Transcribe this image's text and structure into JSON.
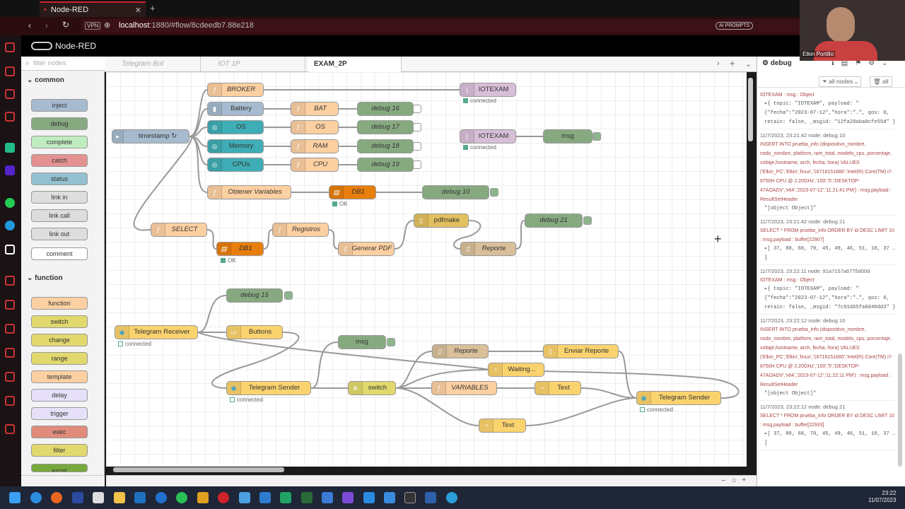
{
  "browser": {
    "tab_title": "Node-RED",
    "url_host": "localhost",
    "url_path": ":1880/#flow/8cdeedb7.88e218",
    "vpn": "VPN",
    "ai_prompts": "AI PROMPTS"
  },
  "app": {
    "title": "Node-RED"
  },
  "palette": {
    "filter_placeholder": "filter nodes",
    "cat_common": "common",
    "cat_function": "function",
    "common": [
      "inject",
      "debug",
      "complete",
      "catch",
      "status",
      "link in",
      "link call",
      "link out",
      "comment"
    ],
    "function": [
      "function",
      "switch",
      "change",
      "range",
      "template",
      "delay",
      "trigger",
      "exec",
      "filter",
      "excel"
    ]
  },
  "tabs": [
    "Telegram Bot",
    "IOT 1P",
    "EXAM_2P"
  ],
  "nodes": {
    "broker": "BROKER",
    "battery": "Battery",
    "os": "OS",
    "memory": "Memory",
    "cpus": "CPUs",
    "timestamp": "timestamp ↻",
    "bat": "BAT",
    "os2": "OS",
    "ram": "RAM",
    "cpu": "CPU",
    "debug16": "debug 16",
    "debug17": "debug 17",
    "debug18": "debug 18",
    "debug19": "debug 19",
    "iotexam1": "IOTEXAM",
    "iotexam2": "IOTEXAM",
    "msg1": "msg",
    "connected": "connected",
    "obtener": "Obtener Variables",
    "db1": "DB1",
    "ok": "OK",
    "debug10": "debug 10",
    "select": "SELECT",
    "db1b": "DB1",
    "registros": "Registros",
    "generar": "Generar PDF",
    "pdfmake": "pdfmake",
    "reporte1": "Reporte",
    "debug21": "debug 21",
    "debug15": "debug 15",
    "tg_receiver": "Telegram Receiver",
    "buttons": "Buttons",
    "msg2": "msg",
    "reporte2": "Reporte",
    "enviar": "Enviar Reporte",
    "waiting": "Waiting...",
    "tg_sender1": "Telegram Sender",
    "switch": "switch",
    "variables": "VARIABLES",
    "text1": "Text",
    "text2": "Text",
    "tg_sender2": "Telegram Sender"
  },
  "debug": {
    "tab": "debug",
    "filter_nodes": "all nodes",
    "filter_all": "all",
    "entries": [
      {
        "head": "IOTEXAM : msg : Object",
        "body": "▸{ topic: \"IOTEXAM\", payload: \"{\"fecha\":\"2023-07-12\",\"hora\":\"…\", qos: 0, retain: false, _msgid: \"12fa20aba0cfe55d\" }"
      },
      {
        "head": "11/7/2023, 23:21:42   node: debug 10",
        "body": "INSERT INTO prueba_info (dispositivo_nombre, nodo_nombre, platform, ram_total, modelo_cpu, porcentaje, voltaje,hostname, arch, fecha, hora) VALUES ('Elkin_PC','Elkin','linux','16718151680','Intel(R) Core(TM) i7-8750H CPU @ 2.20GHz','100','5','DESKTOP-47AOADV','x64','2023-07-12','11:21:41 PM') : msg.payload : ResultSetHeader",
        "json": "\"[object Object]\""
      },
      {
        "head": "11/7/2023, 23:21:42   node: debug 21",
        "body": "SELECT * FROM prueba_info ORDER BY id DESC LIMIT 10 : msg.payload : buffer[22907]",
        "json": "▸[ 37, 80, 68, 70, 45, 49, 46, 51, 10, 37 … ]"
      },
      {
        "head": "11/7/2023, 23:22:11   node: 91a7157a6775d00d",
        "body": "IOTEXAM : msg : Object",
        "json": "▸{ topic: \"IOTEXAM\", payload: \"{\"fecha\":\"2023-07-12\",\"hora\":\"…\", qos: 0, retain: false, _msgid: \"7c91d65fa0d40dd3\" }"
      },
      {
        "head": "11/7/2023, 23:22:12   node: debug 10",
        "body": "INSERT INTO prueba_info (dispositivo_nombre, nodo_nombre, platform, ram_total, modelo_cpu, porcentaje, voltaje,hostname, arch, fecha, hora) VALUES ('Elkin_PC','Elkin','linux','16718151680','Intel(R) Core(TM) i7-8750H CPU @ 2.20GHz','100','5','DESKTOP-47AOADV','x64','2023-07-12','11:22:11 PM') : msg.payload : ResultSetHeader",
        "json": "\"[object Object]\""
      },
      {
        "head": "11/7/2023, 23:22:12   node: debug 21",
        "body": "SELECT * FROM prueba_info ORDER BY id DESC LIMIT 10 : msg.payload : buffer[22933]",
        "json": "▸[ 37, 80, 68, 70, 45, 49, 46, 51, 10, 37 … ]"
      }
    ]
  },
  "webcam_label": "Elkin Portillo",
  "clock": {
    "time": "23:22",
    "date": "11/07/2023"
  }
}
